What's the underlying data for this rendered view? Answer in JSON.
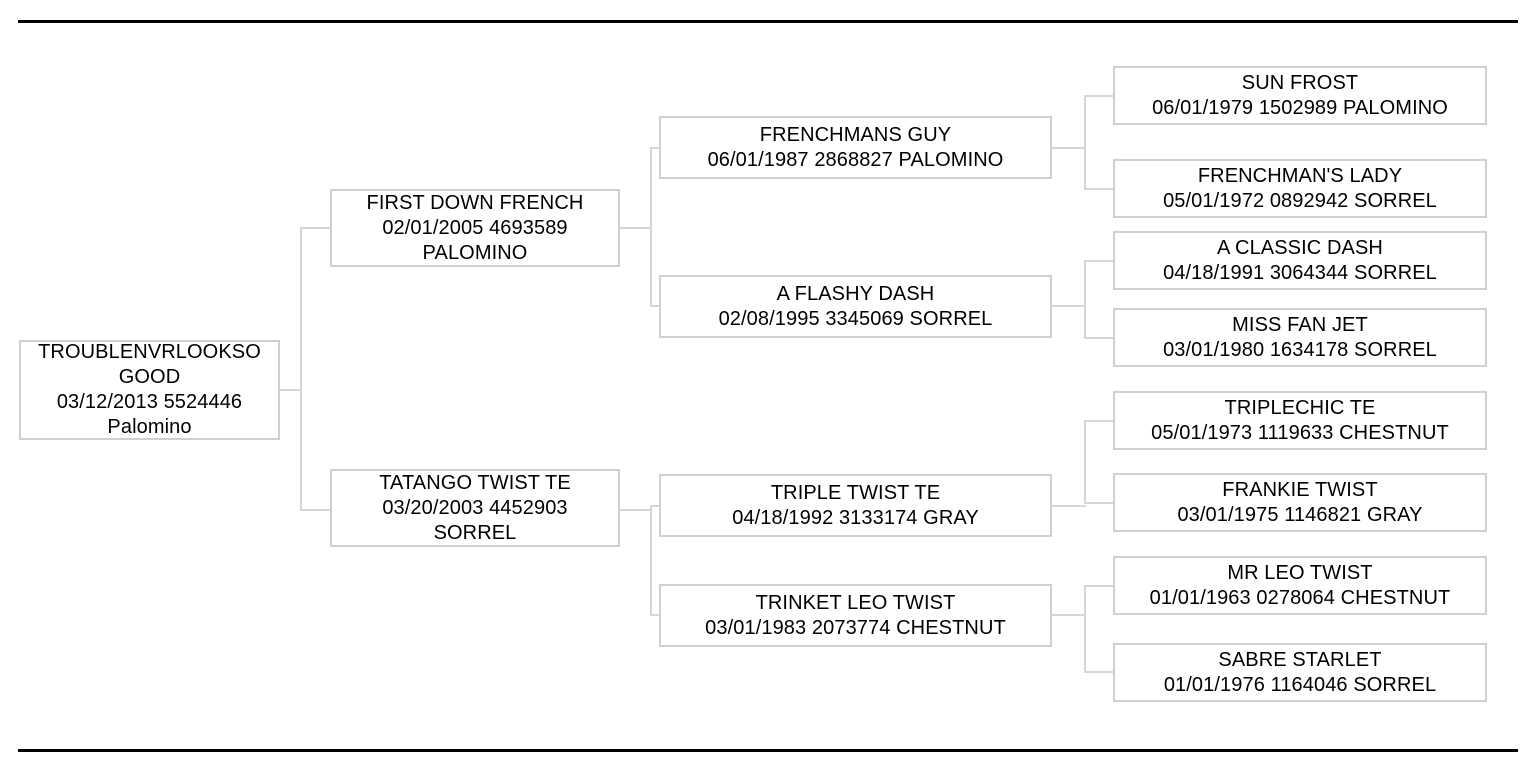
{
  "chart": {
    "type": "pedigree-tree",
    "orientation": "left-to-right",
    "generations": 4,
    "line_color": "#d6d6d6",
    "box_border_color": "#d0d0d0",
    "rule_color": "#000000"
  },
  "subject": {
    "name": "TROUBLENVRLOOKSO GOOD",
    "name_line1": "TROUBLENVRLOOKSO",
    "name_line2": "GOOD",
    "details": "03/12/2013 5524446",
    "color": "Palomino"
  },
  "generation2": [
    {
      "name": "FIRST DOWN FRENCH",
      "details": "02/01/2005 4693589",
      "color": "PALOMINO"
    },
    {
      "name": "TATANGO TWIST TE",
      "details": "03/20/2003 4452903",
      "color": "SORREL"
    }
  ],
  "generation3": [
    {
      "name": "FRENCHMANS GUY",
      "details": "06/01/1987 2868827 PALOMINO"
    },
    {
      "name": "A FLASHY DASH",
      "details": "02/08/1995 3345069 SORREL"
    },
    {
      "name": "TRIPLE TWIST TE",
      "details": "04/18/1992 3133174 GRAY"
    },
    {
      "name": "TRINKET LEO TWIST",
      "details": "03/01/1983 2073774 CHESTNUT"
    }
  ],
  "generation4": [
    {
      "name": "SUN FROST",
      "details": "06/01/1979 1502989 PALOMINO"
    },
    {
      "name": "FRENCHMAN'S LADY",
      "details": "05/01/1972 0892942 SORREL"
    },
    {
      "name": "A CLASSIC DASH",
      "details": "04/18/1991 3064344 SORREL"
    },
    {
      "name": "MISS FAN JET",
      "details": "03/01/1980 1634178 SORREL"
    },
    {
      "name": "TRIPLECHIC TE",
      "details": "05/01/1973 1119633 CHESTNUT"
    },
    {
      "name": "FRANKIE TWIST",
      "details": "03/01/1975 1146821 GRAY"
    },
    {
      "name": "MR LEO TWIST",
      "details": "01/01/1963 0278064 CHESTNUT"
    },
    {
      "name": "SABRE STARLET",
      "details": "01/01/1976 1164046 SORREL"
    }
  ]
}
